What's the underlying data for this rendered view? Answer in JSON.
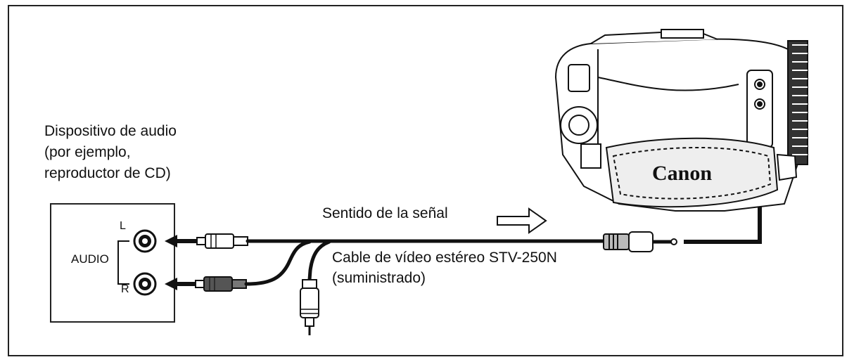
{
  "device": {
    "line1": "Dispositivo de audio",
    "line2": "(por ejemplo,",
    "line3": "reproductor de CD)",
    "audio_label": "AUDIO",
    "jack_left": "L",
    "jack_right": "R"
  },
  "signal": {
    "label": "Sentido de la señal"
  },
  "cable": {
    "line1": "Cable de vídeo estéreo STV-250N",
    "line2": "(suministrado)"
  },
  "camera": {
    "brand": "Canon"
  }
}
